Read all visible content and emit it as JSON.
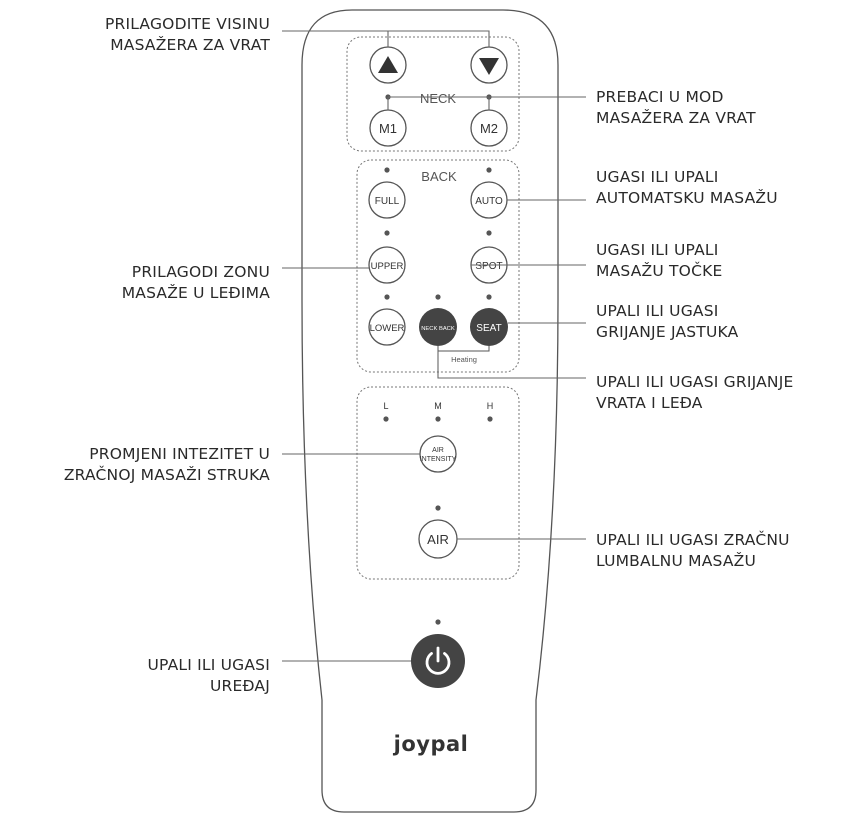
{
  "remote": {
    "neck_section_label": "NECK",
    "back_section_label": "BACK",
    "heating_label": "Heating",
    "buttons": {
      "m1": "M1",
      "m2": "M2",
      "full": "FULL",
      "auto": "AUTO",
      "upper": "UPPER",
      "spot": "SPOT",
      "lower": "LOWER",
      "neck_back": "NECK BACK",
      "seat": "SEAT",
      "air_intensity_line1": "AIR",
      "air_intensity_line2": "INTENSITY",
      "air": "AIR"
    },
    "intensity_levels": [
      "L",
      "M",
      "H"
    ],
    "brand_logo": "joypal"
  },
  "annotations": {
    "neck_height": [
      "PRILAGODITE VISINU",
      "MASAŽERA ZA VRAT"
    ],
    "neck_mode": [
      "PREBACI U MOD",
      "MASAŽERA ZA VRAT"
    ],
    "auto_massage": [
      "UGASI ILI UPALI",
      "AUTOMATSKU MASAŽU"
    ],
    "back_zone": [
      "PRILAGODI ZONU",
      "MASAŽE U LEĐIMA"
    ],
    "spot_massage": [
      "UGASI ILI UPALI",
      "MASAŽU TOČKE"
    ],
    "seat_heating": [
      "UPALI ILI UGASI",
      "GRIJANJE JASTUKA"
    ],
    "neck_back_heating": [
      "UPALI ILI UGASI GRIJANJE",
      "VRATA I LEĐA"
    ],
    "air_intensity": [
      "PROMJENI INTEZITET U",
      "ZRAČNOJ MASAŽI STRUKA"
    ],
    "air_massage": [
      "UPALI ILI UGASI ZRAČNU",
      "LUMBALNU MASAŽU"
    ],
    "power": [
      "UPALI ILI UGASI",
      "UREĐAJ"
    ]
  },
  "colors": {
    "outline": "#555555",
    "dark_button": "#444444",
    "leader_line": "#666666"
  }
}
